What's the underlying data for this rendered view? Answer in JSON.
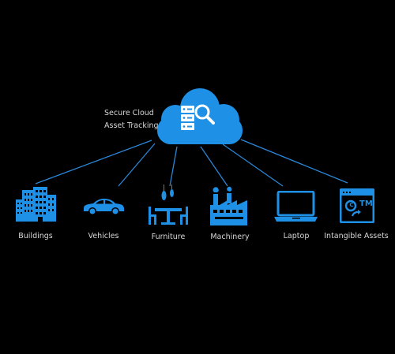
{
  "cloud": {
    "line1": "Secure Cloud",
    "line2": "Asset Tracking",
    "icon": "cloud-server-search-icon"
  },
  "nodes": [
    {
      "label": "Buildings",
      "icon": "buildings-icon"
    },
    {
      "label": "Vehicles",
      "icon": "car-icon"
    },
    {
      "label": "Furniture",
      "icon": "furniture-icon"
    },
    {
      "label": "Machinery",
      "icon": "factory-icon"
    },
    {
      "label": "Laptop",
      "icon": "laptop-icon"
    },
    {
      "label": "Intangible Assets",
      "icon": "intangible-assets-icon"
    }
  ],
  "icon_text": {
    "copyright": "C",
    "trademark": "TM"
  },
  "colors": {
    "background": "#000000",
    "accent": "#1e90e6",
    "line": "#2a86d6",
    "text": "#d8d8d8"
  }
}
